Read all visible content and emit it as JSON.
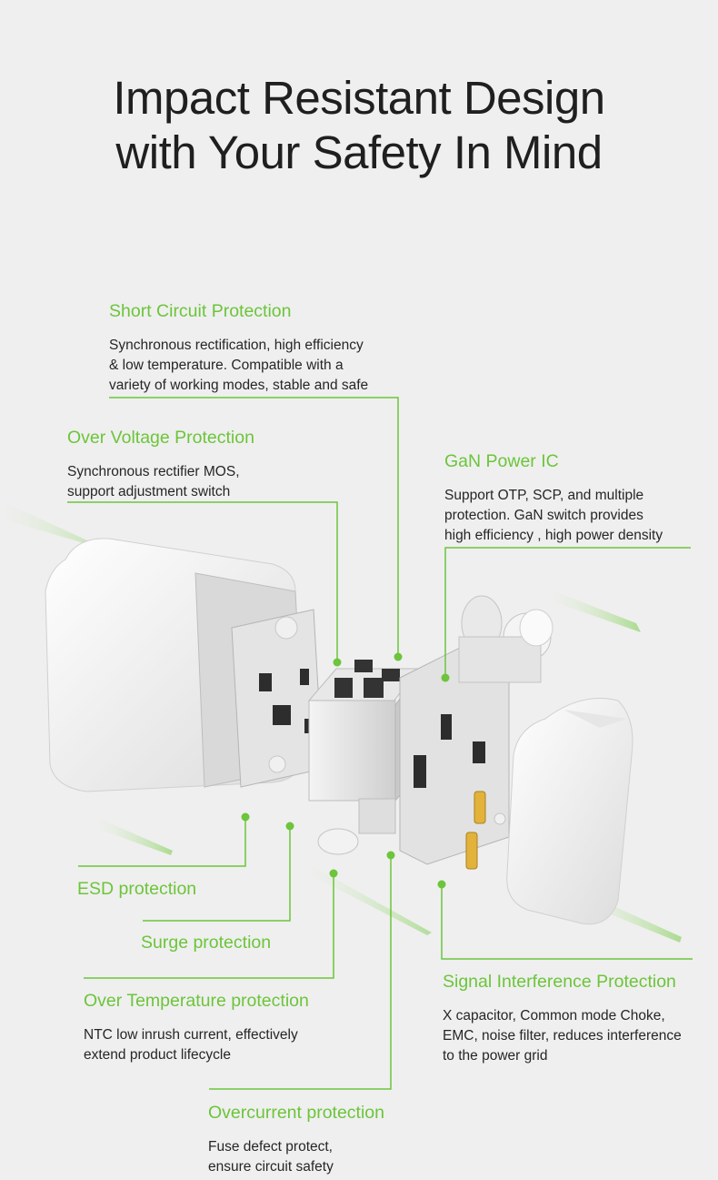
{
  "headline": {
    "line1": "Impact Resistant Design",
    "line2": "with Your Safety In Mind"
  },
  "accent_color": "#6cc53a",
  "features": {
    "short_circuit": {
      "title": "Short Circuit Protection",
      "desc": [
        "Synchronous rectification, high efficiency",
        "& low temperature. Compatible with a",
        "variety of working modes, stable and safe"
      ]
    },
    "over_voltage": {
      "title": "Over Voltage Protection",
      "desc": [
        "Synchronous rectifier MOS,",
        "support adjustment switch"
      ]
    },
    "gan_power_ic": {
      "title": "GaN Power IC",
      "desc": [
        "Support OTP, SCP, and multiple",
        "protection. GaN switch provides",
        "high efficiency , high power density"
      ]
    },
    "esd": {
      "title": "ESD protection"
    },
    "surge": {
      "title": "Surge protection"
    },
    "over_temperature": {
      "title": "Over Temperature protection",
      "desc": [
        "NTC low inrush current, effectively",
        "extend product lifecycle"
      ]
    },
    "signal_interference": {
      "title": "Signal Interference Protection",
      "desc": [
        "X capacitor, Common mode Choke,",
        "EMC, noise filter, reduces interference",
        "to the power grid"
      ]
    },
    "overcurrent": {
      "title": "Overcurrent protection",
      "desc": [
        "Fuse defect protect,",
        "ensure circuit safety"
      ]
    }
  }
}
